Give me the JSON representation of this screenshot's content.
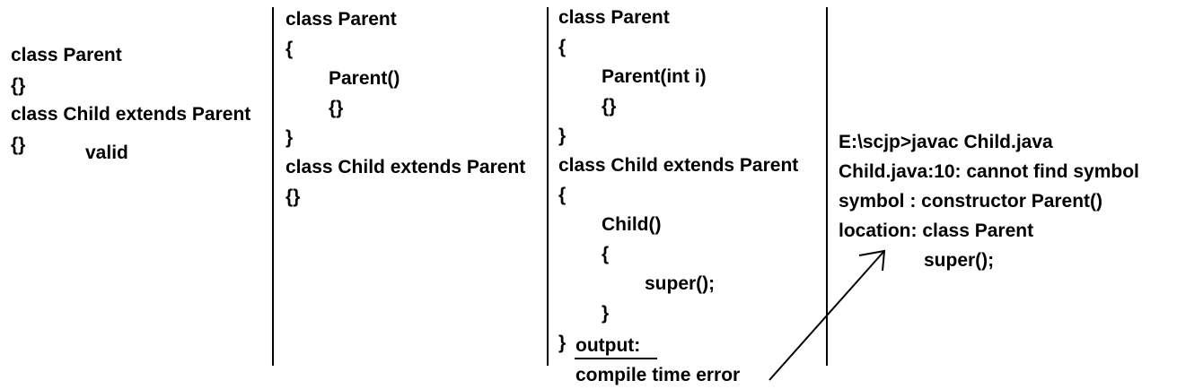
{
  "panel1": {
    "lines": [
      "class Parent",
      "{}",
      "class Child extends Parent",
      "{}"
    ],
    "note": "valid"
  },
  "panel2": {
    "lines": [
      "class Parent",
      "{",
      "Parent()",
      "{}",
      "}",
      "class Child extends Parent",
      "{}"
    ]
  },
  "panel3": {
    "lines": [
      "class Parent",
      "{",
      "Parent(int i)",
      "{}",
      "}",
      "class Child extends Parent",
      "{",
      "Child()",
      "{",
      "super();",
      "}",
      "}"
    ],
    "output_label": "output:",
    "output_value": "compile time error"
  },
  "panel4": {
    "lines": [
      "E:\\scjp>javac Child.java",
      "Child.java:10: cannot find symbol",
      "symbol  : constructor Parent()",
      "location: class Parent",
      "super();"
    ]
  }
}
